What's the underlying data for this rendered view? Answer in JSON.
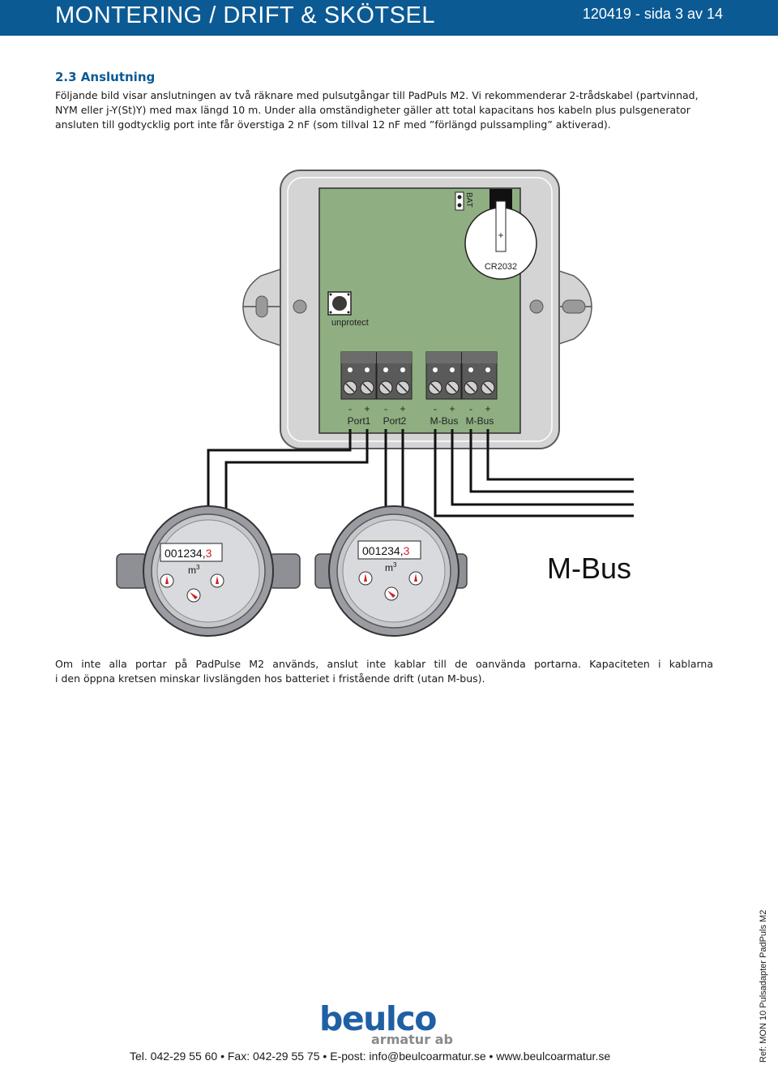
{
  "header": {
    "title": "MONTERING / DRIFT & SKÖTSEL",
    "page": "120419 - sida 3 av 14"
  },
  "section": {
    "title": "2.3 Anslutning"
  },
  "intro_lines": [
    "Följande bild visar anslutningen av två räknare med pulsutgångar till PadPuls M2. Vi rekommenderar 2-trådskabel (partvinnad,",
    "NYM eller j-Y(St)Y) med max längd 10 m. Under alla omständigheter gäller att total kapacitans hos kabeln plus pulsgenerator",
    "ansluten till godtycklig port inte får överstiga 2 nF (som tillval 12 nF med ”förlängd pulssampling” aktiverad)."
  ],
  "diagram": {
    "battery_label": "BAT",
    "battery_plus": "+",
    "battery_type": "CR2032",
    "button_label": "unprotect",
    "terminal_polarities": [
      "-",
      "+",
      "-",
      "+",
      "-",
      "+",
      "-",
      "+"
    ],
    "port_labels": [
      "Port1",
      "Port2",
      "M-Bus",
      "M-Bus"
    ],
    "meters": [
      {
        "reading_main": "001234,",
        "reading_decimal": "3",
        "unit": "m",
        "unit_exp": "3"
      },
      {
        "reading_main": "001234,",
        "reading_decimal": "3",
        "unit": "m",
        "unit_exp": "3"
      }
    ],
    "mbus_label": "M-Bus"
  },
  "note_lines": [
    "Om inte alla portar på PadPulse M2 används, anslut inte kablar till de oanvända portarna. Kapaciteten i kablarna",
    "i den öppna kretsen minskar livslängden hos batteriet i fristående drift (utan M-bus)."
  ],
  "footer": {
    "logo_main": "beulco",
    "logo_sub": "armatur ab",
    "contact": "Tel. 042-29 55 60 • Fax: 042-29 55 75 • E-post: info@beulcoarmatur.se • www.beulcoarmatur.se",
    "ref": "Ref: MON 10 Pulsadapter PadPuls M2"
  },
  "colors": {
    "header_blue": "#0b5a94",
    "board_green": "#8fae82",
    "enclosure_gray": "#d4d4d4",
    "reading_red": "#d2232a",
    "logo_blue": "#1f5fa4",
    "logo_gray": "#8a8a8a"
  }
}
